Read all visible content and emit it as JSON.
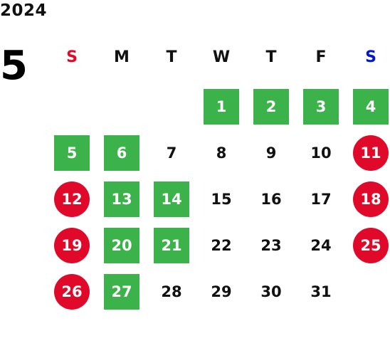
{
  "year": "2024",
  "month": "5",
  "colors": {
    "sunday": "#e0092a",
    "saturday": "#0018d0",
    "green_day": "#3bb34a",
    "red_day": "#e0092a",
    "text": "#111111"
  },
  "weekdays": [
    "S",
    "M",
    "T",
    "W",
    "T",
    "F",
    "S"
  ],
  "days": [
    {
      "label": "1",
      "col": 3,
      "row": 0,
      "style": "green"
    },
    {
      "label": "2",
      "col": 4,
      "row": 0,
      "style": "green"
    },
    {
      "label": "3",
      "col": 5,
      "row": 0,
      "style": "green"
    },
    {
      "label": "4",
      "col": 6,
      "row": 0,
      "style": "green"
    },
    {
      "label": "5",
      "col": 0,
      "row": 1,
      "style": "green"
    },
    {
      "label": "6",
      "col": 1,
      "row": 1,
      "style": "green"
    },
    {
      "label": "7",
      "col": 2,
      "row": 1,
      "style": "plain"
    },
    {
      "label": "8",
      "col": 3,
      "row": 1,
      "style": "plain"
    },
    {
      "label": "9",
      "col": 4,
      "row": 1,
      "style": "plain"
    },
    {
      "label": "10",
      "col": 5,
      "row": 1,
      "style": "plain"
    },
    {
      "label": "11",
      "col": 6,
      "row": 1,
      "style": "red"
    },
    {
      "label": "12",
      "col": 0,
      "row": 2,
      "style": "red"
    },
    {
      "label": "13",
      "col": 1,
      "row": 2,
      "style": "green"
    },
    {
      "label": "14",
      "col": 2,
      "row": 2,
      "style": "green"
    },
    {
      "label": "15",
      "col": 3,
      "row": 2,
      "style": "plain"
    },
    {
      "label": "16",
      "col": 4,
      "row": 2,
      "style": "plain"
    },
    {
      "label": "17",
      "col": 5,
      "row": 2,
      "style": "plain"
    },
    {
      "label": "18",
      "col": 6,
      "row": 2,
      "style": "red"
    },
    {
      "label": "19",
      "col": 0,
      "row": 3,
      "style": "red"
    },
    {
      "label": "20",
      "col": 1,
      "row": 3,
      "style": "green"
    },
    {
      "label": "21",
      "col": 2,
      "row": 3,
      "style": "green"
    },
    {
      "label": "22",
      "col": 3,
      "row": 3,
      "style": "plain"
    },
    {
      "label": "23",
      "col": 4,
      "row": 3,
      "style": "plain"
    },
    {
      "label": "24",
      "col": 5,
      "row": 3,
      "style": "plain"
    },
    {
      "label": "25",
      "col": 6,
      "row": 3,
      "style": "red"
    },
    {
      "label": "26",
      "col": 0,
      "row": 4,
      "style": "red"
    },
    {
      "label": "27",
      "col": 1,
      "row": 4,
      "style": "green"
    },
    {
      "label": "28",
      "col": 2,
      "row": 4,
      "style": "plain"
    },
    {
      "label": "29",
      "col": 3,
      "row": 4,
      "style": "plain"
    },
    {
      "label": "30",
      "col": 4,
      "row": 4,
      "style": "plain"
    },
    {
      "label": "31",
      "col": 5,
      "row": 4,
      "style": "plain"
    }
  ]
}
